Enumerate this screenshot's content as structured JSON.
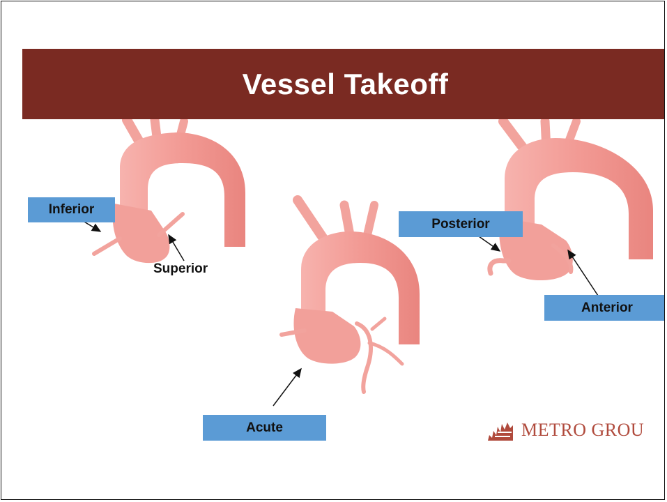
{
  "slide": {
    "title": "Vessel Takeoff",
    "labels": {
      "inferior": "Inferior",
      "superior": "Superior",
      "posterior": "Posterior",
      "anterior": "Anterior",
      "acute": "Acute"
    },
    "logo_text": "METRO GROU"
  },
  "colors": {
    "title_bar": "#7a2a22",
    "label_box": "#5b9bd5",
    "vessel": "#f4a5a0",
    "logo": "#b04a3c"
  },
  "icons": [
    "aorta-illustration",
    "arrow-icon",
    "metro-group-logo-icon"
  ]
}
